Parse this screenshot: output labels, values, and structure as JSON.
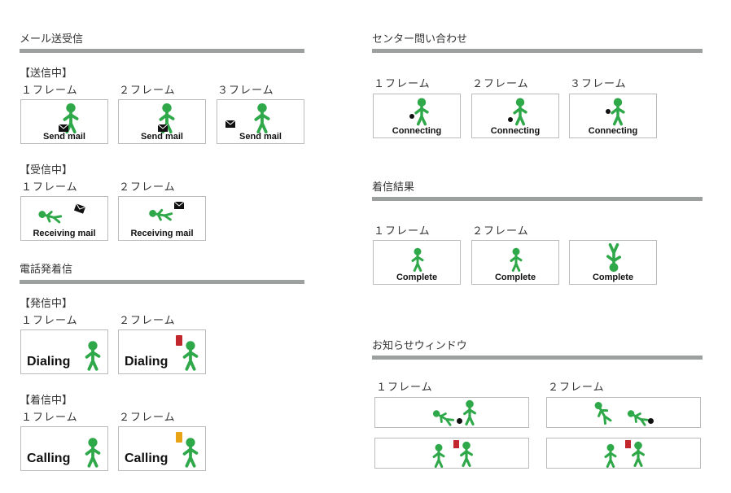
{
  "colors": {
    "figure": "#2fa84a",
    "rule": "#9ca1a0",
    "phone": "#c1272d"
  },
  "mail": {
    "title": "メール送受信",
    "sending": "【送信中】",
    "receiving": "【受信中】",
    "send_frames": [
      "１フレーム",
      "２フレーム",
      "３フレーム"
    ],
    "send_caption": "Send mail",
    "receive_frames": [
      "１フレーム",
      "２フレーム"
    ],
    "receive_caption": "Receiving mail"
  },
  "phone": {
    "title": "電話発着信",
    "dialing_head": "【発信中】",
    "calling_head": "【着信中】",
    "dial_frames": [
      "１フレーム",
      "２フレーム"
    ],
    "dial_caption": "Dialing",
    "call_frames": [
      "１フレーム",
      "２フレーム"
    ],
    "call_caption": "Calling"
  },
  "center": {
    "title": "センター問い合わせ",
    "frames": [
      "１フレーム",
      "２フレーム",
      "３フレーム"
    ],
    "caption": "Connecting"
  },
  "result": {
    "title": "着信結果",
    "frames": [
      "１フレーム",
      "２フレーム"
    ],
    "caption": "Complete"
  },
  "notice": {
    "title": "お知らせウィンドウ",
    "frames": [
      "１フレーム",
      "２フレーム"
    ]
  }
}
